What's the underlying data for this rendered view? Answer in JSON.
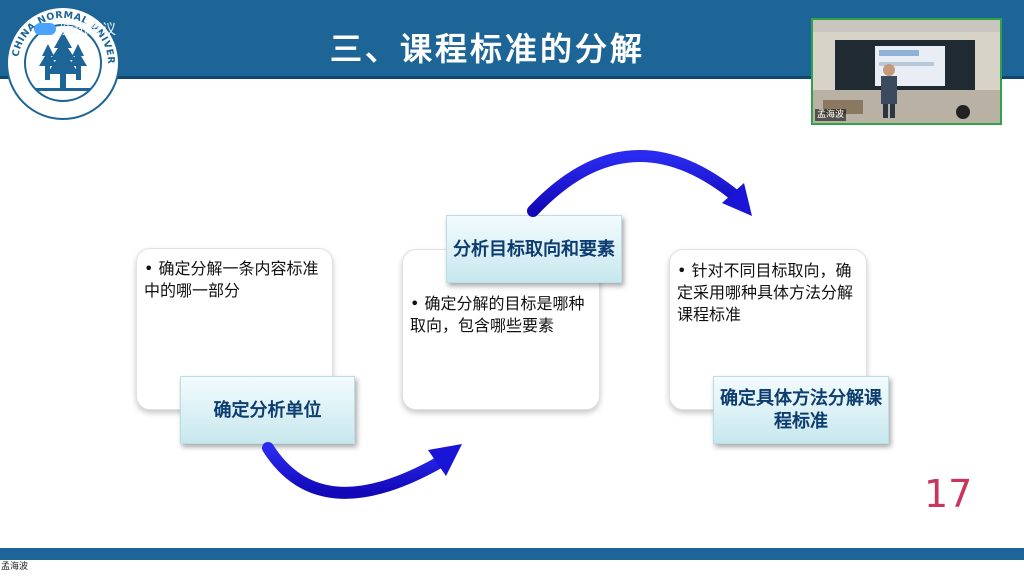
{
  "app": {
    "name": "腾讯会议"
  },
  "slide": {
    "title": "三、课程标准的分解",
    "page_number": "17",
    "steps": [
      {
        "label": "确定分析单位",
        "bullet": "• 确定分解一条内容标准中的哪一部分"
      },
      {
        "label": "分析目标取向和要素",
        "bullet": "• 确定分解的目标是哪种取向，包含哪些要素"
      },
      {
        "label": "确定具体方法分解课程标准",
        "bullet": "• 针对不同目标取向，确定采用哪种具体方法分解课程标准"
      }
    ]
  },
  "participant": {
    "name": "孟海波"
  },
  "logo": {
    "icon": "university-seal-icon",
    "text": "EAST CHINA NORMAL UNIVERSITY"
  },
  "colors": {
    "header": "#1c6596",
    "arrow": "#1a14d6",
    "page_number": "#c8375b"
  }
}
